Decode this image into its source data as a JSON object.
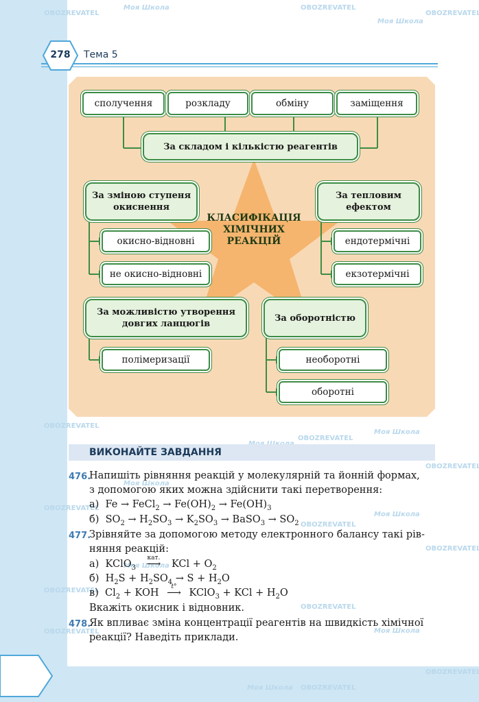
{
  "header": {
    "page_number": "278",
    "topic": "Тема 5"
  },
  "diagram": {
    "center_title": [
      "КЛАСИФІКАЦІЯ",
      "ХІМІЧНИХ",
      "РЕАКЦІЙ"
    ],
    "top_boxes": [
      "сполучення",
      "розкладу",
      "обміну",
      "заміщення"
    ],
    "composition_head": "За складом і кількістю реагентів",
    "oxidation_head": [
      "За зміною ступеня",
      "окиснення"
    ],
    "oxidation_items": [
      "окисно-відновні",
      "не окисно-відновні"
    ],
    "thermal_head": [
      "За тепловим",
      "ефектом"
    ],
    "thermal_items": [
      "ендотермічні",
      "екзотермічні"
    ],
    "chains_head": [
      "За можливістю утворення",
      "довгих ланцюгів"
    ],
    "chains_items": [
      "полімеризації"
    ],
    "reversibility_head": "За оборотністю",
    "reversibility_items": [
      "необоротні",
      "оборотні"
    ]
  },
  "tasks_header": "ВИКОНАЙТЕ ЗАВДАННЯ",
  "tasks": [
    {
      "number": "476.",
      "lines": [
        "Напишіть рівняння реакцій у молекулярній та йонній формах,",
        "з допомогою яких можна здійснити такі перетворення:"
      ]
    },
    {
      "number": "477.",
      "lines": [
        "Зрівняйте за допомогою методу електронного балансу такі рів-",
        "няння реакцій:"
      ],
      "note": "Вкажіть окисник і відновник."
    },
    {
      "number": "478.",
      "lines": [
        "Як впливає зміна концентрації реагентів на швидкість хімічної",
        "реакції? Наведіть приклади."
      ]
    }
  ],
  "equations": {
    "a476_label": "а)",
    "b476_label": "б)",
    "a477_label": "а)",
    "b477_label": "б)",
    "c477_label": "в)",
    "catalyst": "кат.",
    "heat": "t°"
  },
  "watermarks": {
    "school": "Моя Школа",
    "obozrevatel": "OBOZREVATEL"
  },
  "colors": {
    "diagram_bg": "#f8d9b6",
    "star": "#f5b56f",
    "green": "#3c8c45",
    "head_fill": "#e5f2dd",
    "blue_strip": "#cfe6f4",
    "task_number": "#3f7bb4"
  }
}
